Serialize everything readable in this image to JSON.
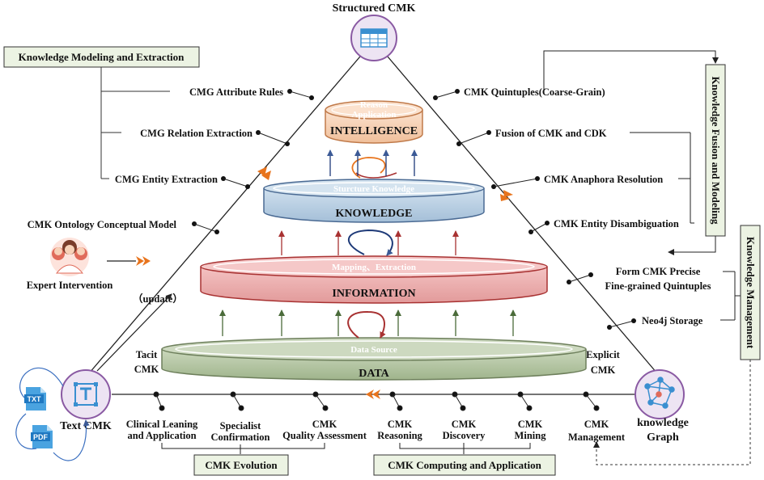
{
  "top_title": "Structured CMK",
  "left_box": "Knowledge Modeling and Extraction",
  "left_items": [
    "CMG Attribute Rules",
    "CMG Relation Extraction",
    "CMG Entity Extraction"
  ],
  "ontology_label": "CMK Ontology Conceptual Model",
  "expert_label": "Expert Intervention",
  "update_label": "（update）",
  "tacit_label": [
    "Tacit",
    "CMK"
  ],
  "explicit_label": [
    "Explicit",
    "CMK"
  ],
  "right_items": [
    "CMK Quintuples(Coarse-Grain)",
    "Fusion of CMK and CDK",
    "CMK Anaphora Resolution",
    "CMK Entity Disambiguation"
  ],
  "fusion_box": "Knowledge Fusion and Modeling",
  "precise_label": [
    "Form CMK Precise",
    "Fine-grained Quintuples"
  ],
  "neo4j_label": "Neo4j Storage",
  "mgmt_box": "Knowledge Management",
  "layers": {
    "intelligence": {
      "sub": [
        "Reason",
        "Application"
      ],
      "main": "INTELLIGENCE"
    },
    "knowledge": {
      "sub": "Sturcture Knowledge",
      "main": "KNOWLEDGE"
    },
    "information": {
      "sub": "Mapping、Extraction",
      "main": "INFORMATION"
    },
    "data": {
      "sub": "Data Source",
      "main": "DATA"
    }
  },
  "text_cmk": "Text CMK",
  "file_icons": [
    "TXT",
    "PDF"
  ],
  "kg_label": [
    "knowledge",
    "Graph"
  ],
  "bottom_items": [
    [
      "Clinical Leaning",
      "and Application"
    ],
    [
      "Specialist",
      "Confirmation"
    ],
    [
      "CMK",
      "Quality Assessment"
    ],
    [
      "CMK",
      "Reasoning"
    ],
    [
      "CMK",
      "Discovery"
    ],
    [
      "CMK",
      "Mining"
    ],
    [
      "CMK",
      "Management"
    ]
  ],
  "evolution_box": "CMK Evolution",
  "computing_box": "CMK Computing and Application",
  "colors": {
    "intelligence": "#f6d2b6",
    "knowledge": "#b9cfe3",
    "information": "#eeaeae",
    "data": "#b6c6a6",
    "box_fill": "#ecf3e3",
    "orange_arrow": "#e8741d",
    "node_fill": "#ede4f3",
    "node_stroke": "#8a5aa3"
  }
}
